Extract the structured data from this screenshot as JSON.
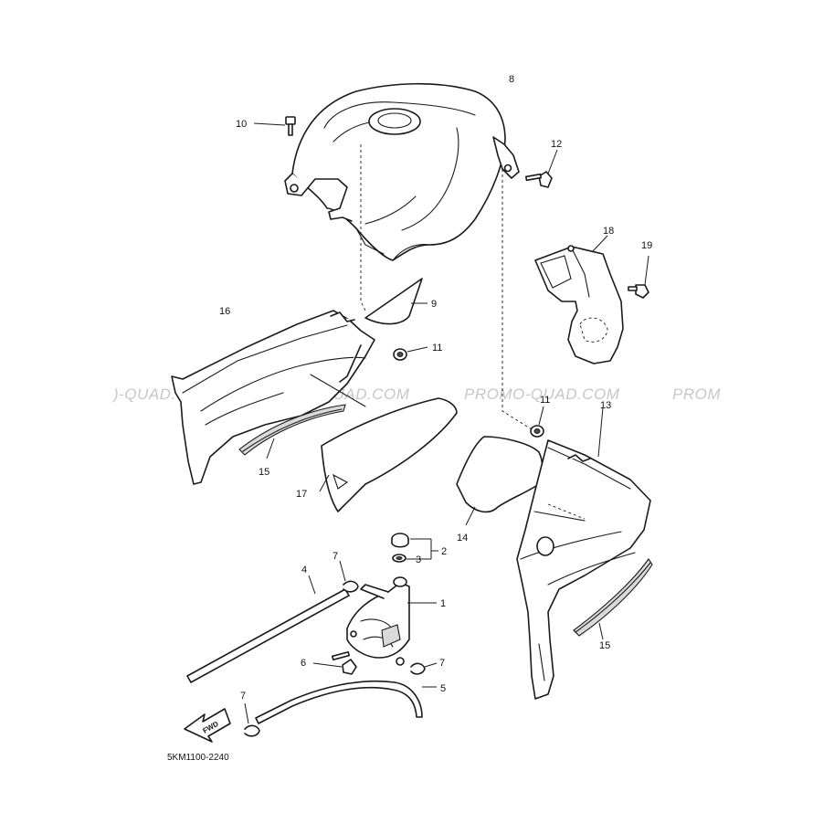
{
  "diagram_code": "5KM1100-2240",
  "fwd_label": "FWD",
  "watermark": {
    "text_1": ")-QUAD.COM",
    "text_2": "PROMO-QUAD.COM",
    "text_3": "PROMO-QUAD.COM",
    "text_4": "PROM"
  },
  "callouts": {
    "c1": "1",
    "c2": "2",
    "c3": "3",
    "c4": "4",
    "c5": "5",
    "c6": "6",
    "c7a": "7",
    "c7b": "7",
    "c7c": "7",
    "c8": "8",
    "c9": "9",
    "c10": "10",
    "c11a": "11",
    "c11b": "11",
    "c12": "12",
    "c13": "13",
    "c14": "14",
    "c15a": "15",
    "c15b": "15",
    "c16": "16",
    "c17": "17",
    "c18": "18",
    "c19": "19"
  },
  "colors": {
    "line": "#1a1a1a",
    "watermark": "#c7c7c7",
    "background": "#ffffff"
  }
}
